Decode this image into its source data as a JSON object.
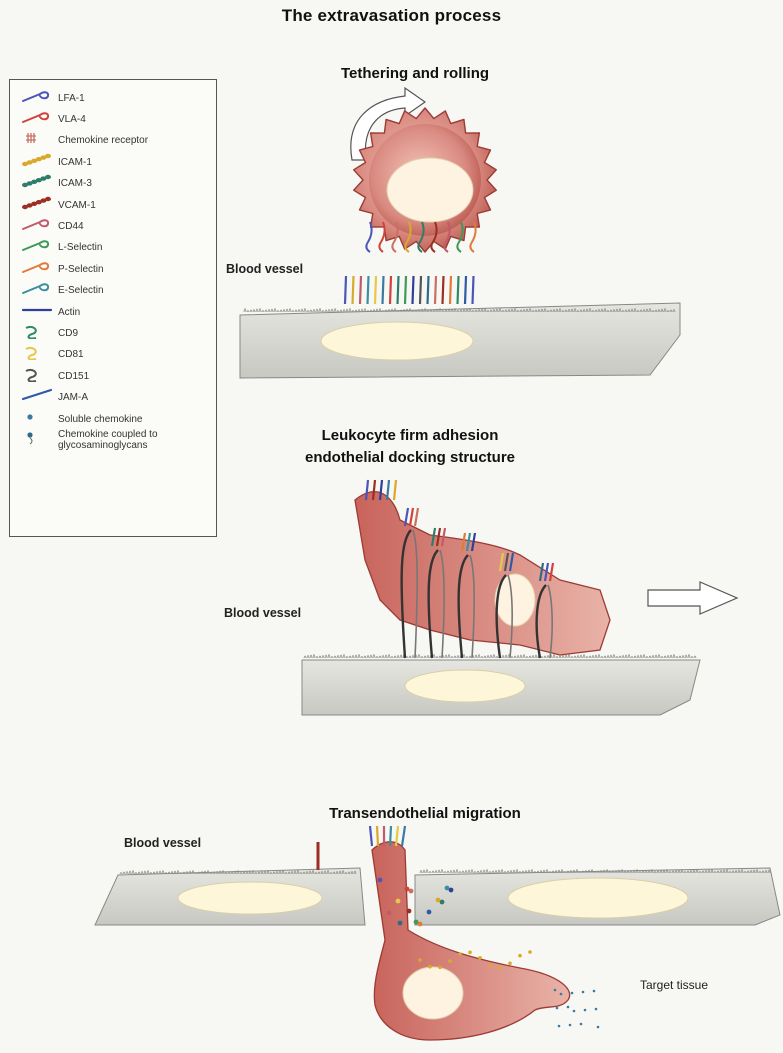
{
  "title": "The extravasation process",
  "sections": {
    "tethering": "Tethering and rolling",
    "adhesion_line1": "Leukocyte firm adhesion",
    "adhesion_line2": "endothelial docking structure",
    "migration": "Transendothelial migration"
  },
  "labels": {
    "blood_vessel_1": "Blood vessel",
    "blood_vessel_2": "Blood vessel",
    "blood_vessel_3": "Blood vessel",
    "target_tissue": "Target tissue"
  },
  "legend": [
    {
      "label": "LFA-1",
      "icon": "lfa1-icon",
      "color": "#4a56b8"
    },
    {
      "label": "VLA-4",
      "icon": "vla4-icon",
      "color": "#d0433a"
    },
    {
      "label": "Chemokine receptor",
      "icon": "chemokine-receptor-icon",
      "color": "#c97060"
    },
    {
      "label": "ICAM-1",
      "icon": "icam1-icon",
      "color": "#d9a92a"
    },
    {
      "label": "ICAM-3",
      "icon": "icam3-icon",
      "color": "#2f7c6a"
    },
    {
      "label": "VCAM-1",
      "icon": "vcam1-icon",
      "color": "#9a2f22"
    },
    {
      "label": "CD44",
      "icon": "cd44-icon",
      "color": "#c25a6a"
    },
    {
      "label": "L-Selectin",
      "icon": "l-selectin-icon",
      "color": "#3f9a55"
    },
    {
      "label": "P-Selectin",
      "icon": "p-selectin-icon",
      "color": "#e07b3c"
    },
    {
      "label": "E-Selectin",
      "icon": "e-selectin-icon",
      "color": "#3a8fa0"
    },
    {
      "label": "Actin",
      "icon": "actin-icon",
      "color": "#2f3f9a"
    },
    {
      "label": "CD9",
      "icon": "cd9-icon",
      "color": "#2f8a6a"
    },
    {
      "label": "CD81",
      "icon": "cd81-icon",
      "color": "#e6c84a"
    },
    {
      "label": "CD151",
      "icon": "cd151-icon",
      "color": "#555555"
    },
    {
      "label": "JAM-A",
      "icon": "jam-a-icon",
      "color": "#2f5aa6"
    },
    {
      "label": "Soluble chemokine",
      "icon": "soluble-chemokine-icon",
      "color": "#3a7aa0"
    },
    {
      "label": "Chemokine coupled to glycosaminoglycans",
      "icon": "coupled-chemokine-icon",
      "color": "#2f6a8a"
    }
  ],
  "colors": {
    "leukocyte": "#d98a80",
    "leukocyte_dark": "#9c3a34",
    "nucleus": "#fdf3e0",
    "endothelium": "#d6d6d0",
    "endothelium_edge": "#888"
  }
}
